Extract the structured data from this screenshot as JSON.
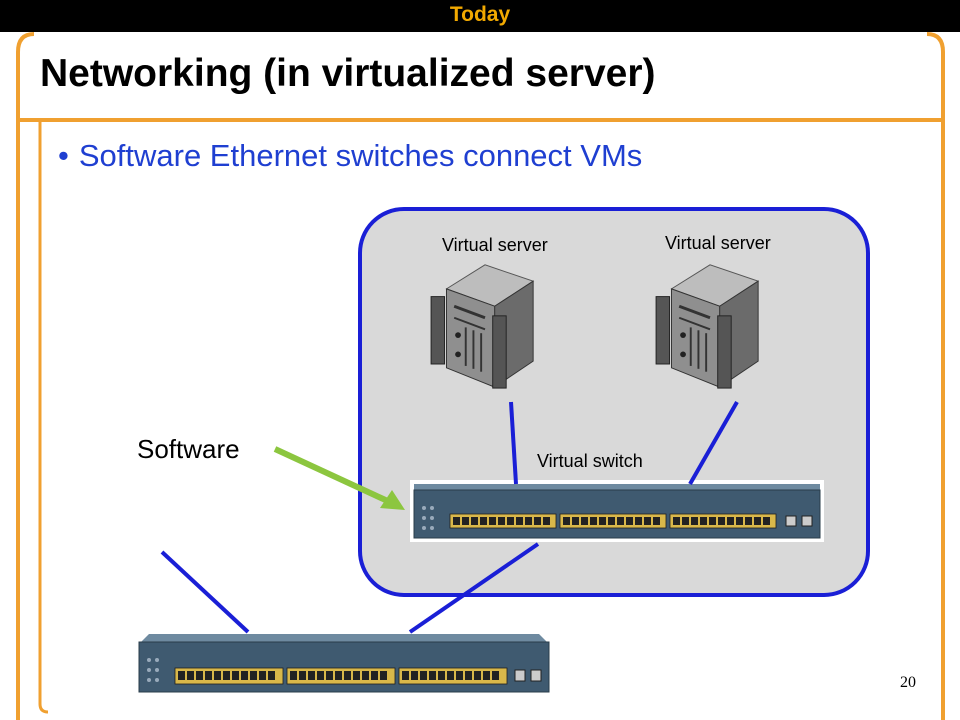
{
  "header": {
    "section_label": "Today"
  },
  "slide": {
    "title": "Networking (in virtualized server)",
    "bullet": "Software Ethernet switches connect VMs",
    "page_number": "20"
  },
  "diagram": {
    "server_left_label": "Virtual server",
    "server_right_label": "Virtual server",
    "virtual_switch_label": "Virtual switch",
    "software_label": "Software"
  },
  "colors": {
    "topbar": "#000000",
    "section_label": "#f2a900",
    "frame": "#f0a030",
    "bullet_text": "#1f3fd1",
    "host_border": "#1a1fd6",
    "host_fill": "#d9d9d9",
    "link_line": "#1a1fd6",
    "arrow": "#8cc63f"
  },
  "icons": {
    "server": "server-icon",
    "switch": "ethernet-switch-icon",
    "arrow": "arrow-icon"
  }
}
